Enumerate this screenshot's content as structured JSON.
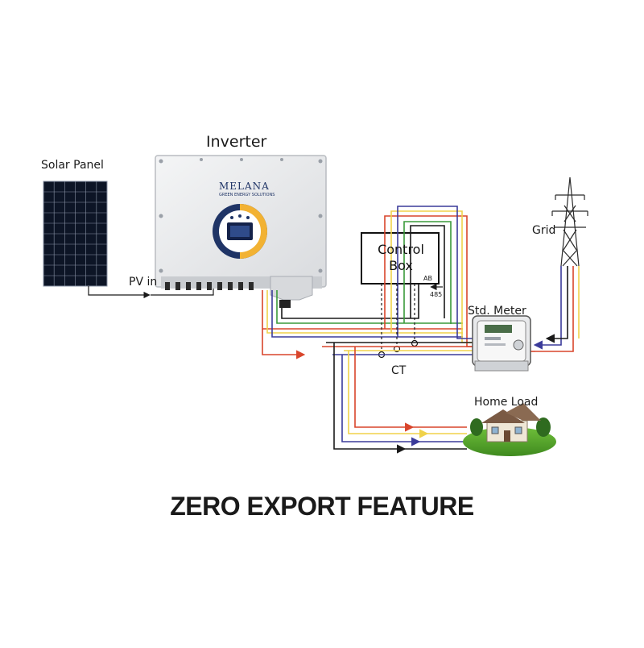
{
  "labels": {
    "solar_panel": "Solar Panel",
    "inverter": "Inverter",
    "control_box_line1": "Control",
    "control_box_line2": "Box",
    "ab": "AB",
    "rs485": "485",
    "grid": "Grid",
    "std_meter": "Std. Meter",
    "pv_in": "PV in",
    "ct": "CT",
    "home_load": "Home Load"
  },
  "logo": {
    "brand": "MELANA",
    "tagline": "GREEN ENERGY SOLUTIONS"
  },
  "title": "ZERO EXPORT FEATURE",
  "colors": {
    "red": "#d9452b",
    "yellow": "#f0d24a",
    "blue": "#3b3b9a",
    "black": "#1a1a1a",
    "green": "#3a9a3a",
    "inverter_accent": "#f2b233",
    "inverter_navy": "#1f3466"
  }
}
